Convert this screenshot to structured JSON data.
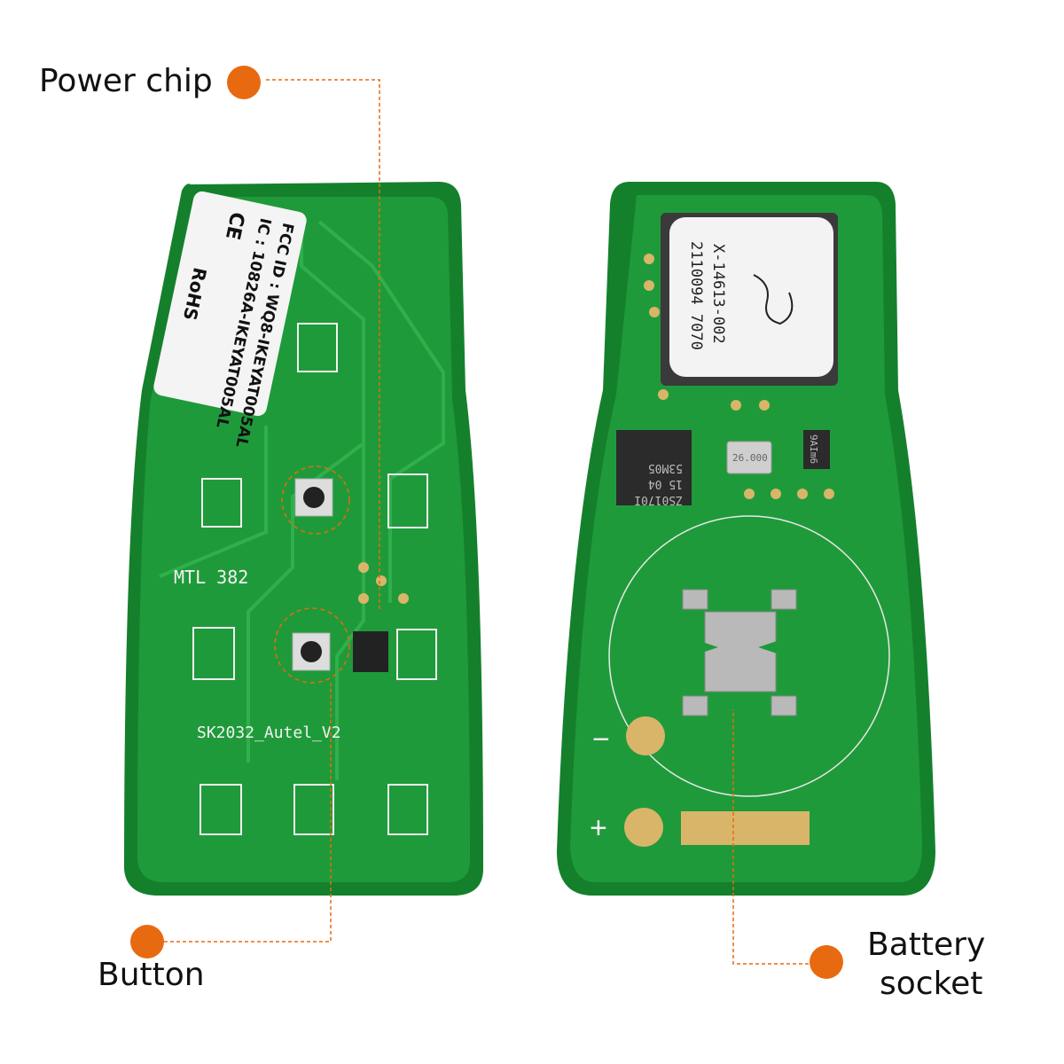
{
  "callouts": {
    "power_chip": "Power chip",
    "button": "Button",
    "battery_line1": "Battery",
    "battery_line2": "socket"
  },
  "left_board": {
    "label_fcc": "FCC ID : WQ8-IKEYAT005AL",
    "label_ic": "IC : 10826A-IKEYAT005AL",
    "label_ce": "CE",
    "label_rohs": "RoHS",
    "silk_mtl": "MTL 382",
    "silk_model": "SK2032_Autel_V2"
  },
  "right_board": {
    "shield_line1": "X-14613-002",
    "shield_line2": "2110094 7070",
    "chip_line1": "ZS0170I",
    "chip_line2": "15 04",
    "chip_line3": "53M05",
    "crystal": "26.000",
    "small_chip": "9AIm6",
    "plus": "+",
    "minus": "−"
  },
  "colors": {
    "pcb": "#1f9a3a",
    "pcb_edge": "#15802c",
    "accent": "#e86a10",
    "pad": "#d9b56a",
    "silk": "#f2f2f2"
  }
}
